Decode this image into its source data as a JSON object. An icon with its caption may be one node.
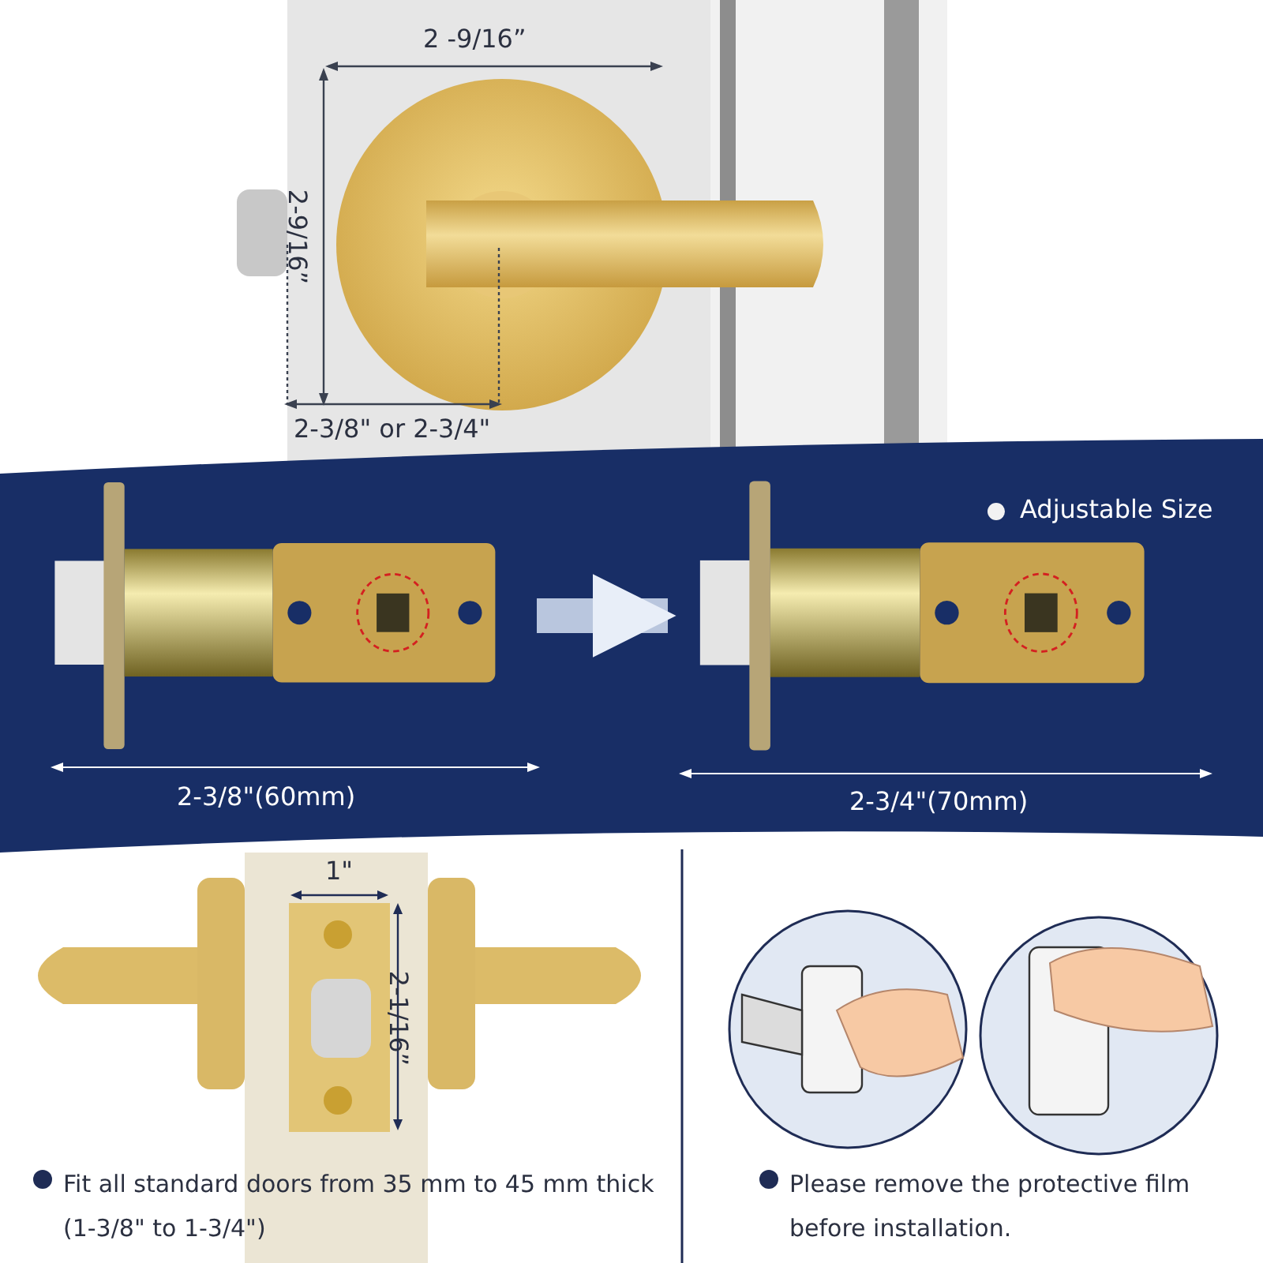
{
  "diagram": {
    "nodes": [
      {
        "text": [],
        "shape": "picture"
      },
      {
        "text": [],
        "shape": "picture"
      }
    ],
    "edges": [
      {
        "from": 0,
        "to": 1,
        "arrow": "to"
      }
    ],
    "labels": [
      "2 -9/16”",
      "2-9/16”",
      "2-3/8\" or 2-3/4\"",
      "Adjustable Size",
      "2-3/8\"(60mm)",
      "2-3/4\"(70mm)",
      "1\"",
      "2-1/16”",
      "Fit all standard doors from 35 mm to 45 mm thick (1-3/8\" to 1-3/4\")",
      "Please remove the protective film before installation."
    ]
  }
}
